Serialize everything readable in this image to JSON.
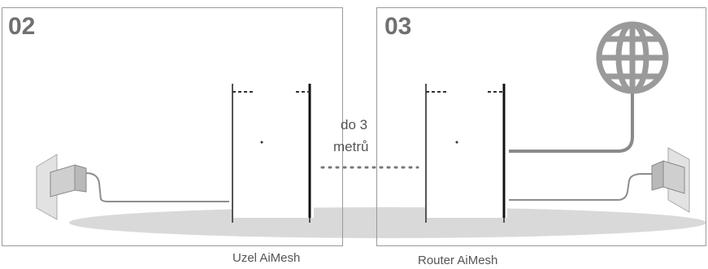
{
  "steps": {
    "left": "02",
    "right": "03"
  },
  "distance": {
    "line1": "do 3",
    "line2": "metrů"
  },
  "captions": {
    "node": "Uzel AiMesh",
    "router": "Router AiMesh"
  },
  "icons": [
    "globe-icon",
    "power-adapter-icon",
    "router-icon"
  ],
  "colors": {
    "stroke": "#8a8a8a",
    "floor": "#d9d9d9",
    "globe": "#9a9a9a",
    "text": "#555555"
  }
}
